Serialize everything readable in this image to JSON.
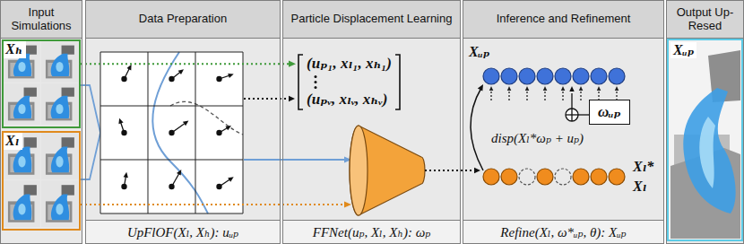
{
  "diagram": {
    "nodes": [
      {
        "text": [
          "Input Simulations"
        ]
      },
      {
        "text": [
          "Xₕ"
        ],
        "in": 0
      },
      {
        "text": [
          "Xₗ"
        ],
        "in": 0
      },
      {
        "text": [
          "Data Preparation",
          "UpFlOF(Xₗ, Xₕ): uᵤₚ"
        ]
      },
      {
        "text": [
          "Particle Displacement Learning",
          "FFNet(uₚ, Xₗ, Xₕ): ωₚ"
        ]
      },
      {
        "text": [
          "(uₚ₁, xₗ₁, xₕ₁)",
          "(uₚᵥ, xₗᵥ, xₕᵥ)"
        ],
        "in": 4
      },
      {
        "text": [
          "Inference and Refinement",
          "Refine(Xₗ, ω*ᵤₚ, θ): Xᵤₚ"
        ]
      },
      {
        "text": [
          "ωᵤₚ"
        ],
        "in": 6
      },
      {
        "text": [
          "Output Up-Resed"
        ]
      }
    ],
    "edges": [
      {
        "from": 1,
        "to": 5,
        "arrow": "to"
      }
    ],
    "labels": [
      "Xᵤₚ",
      "disp(Xₗ*ωₚ + uₚ)",
      "Xₗ*",
      "Xₗ",
      "Xᵤₚ"
    ]
  }
}
